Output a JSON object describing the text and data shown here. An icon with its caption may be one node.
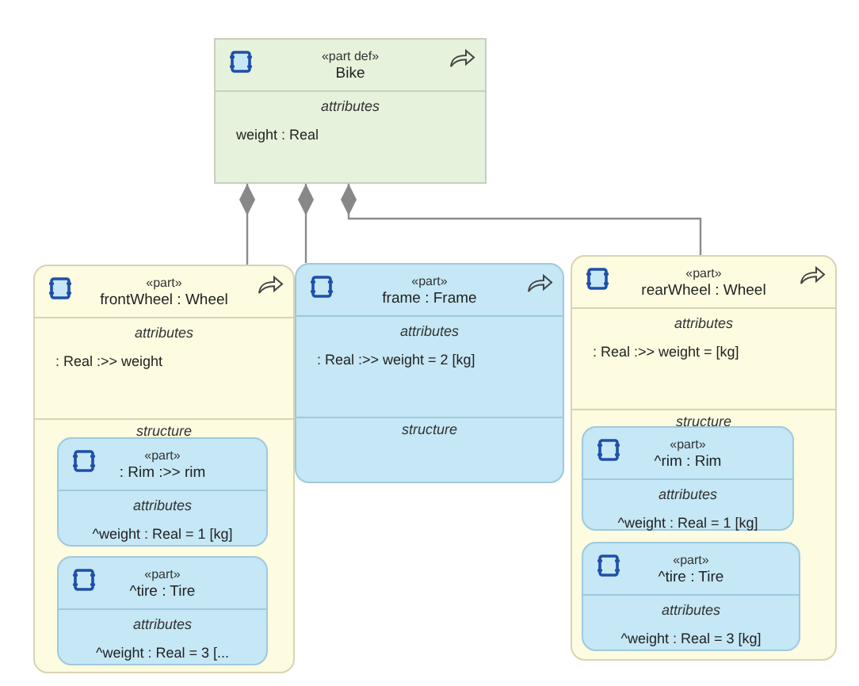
{
  "diagram": {
    "nodes": [
      {
        "text": [
          "«part def»",
          "Bike",
          "attributes",
          "weight : Real"
        ]
      },
      {
        "text": [
          "«part»",
          "frontWheel : Wheel",
          "attributes",
          ": Real :>> weight",
          "structure"
        ]
      },
      {
        "text": [
          "«part»",
          ": Rim :>> rim",
          "attributes",
          "^weight : Real = 1 [kg]"
        ],
        "in": 1
      },
      {
        "text": [
          "«part»",
          "^tire : Tire",
          "attributes",
          "^weight : Real = 3 [..."
        ],
        "in": 1
      },
      {
        "text": [
          "«part»",
          "frame : Frame",
          "attributes",
          ": Real :>> weight = 2 [kg]",
          "structure"
        ]
      },
      {
        "text": [
          "«part»",
          "rearWheel : Wheel",
          "attributes",
          ": Real :>> weight = [kg]",
          "structure"
        ]
      },
      {
        "text": [
          "«part»",
          "^rim : Rim",
          "attributes",
          "^weight : Real = 1 [kg]"
        ],
        "in": 5
      },
      {
        "text": [
          "«part»",
          "^tire : Tire",
          "attributes",
          "^weight : Real = 3 [kg]"
        ],
        "in": 5
      }
    ],
    "edges": [
      {
        "from": 0,
        "to": 1,
        "arrow": "other"
      },
      {
        "from": 0,
        "to": 4,
        "arrow": "other"
      },
      {
        "from": 0,
        "to": 5,
        "arrow": "other"
      }
    ]
  }
}
